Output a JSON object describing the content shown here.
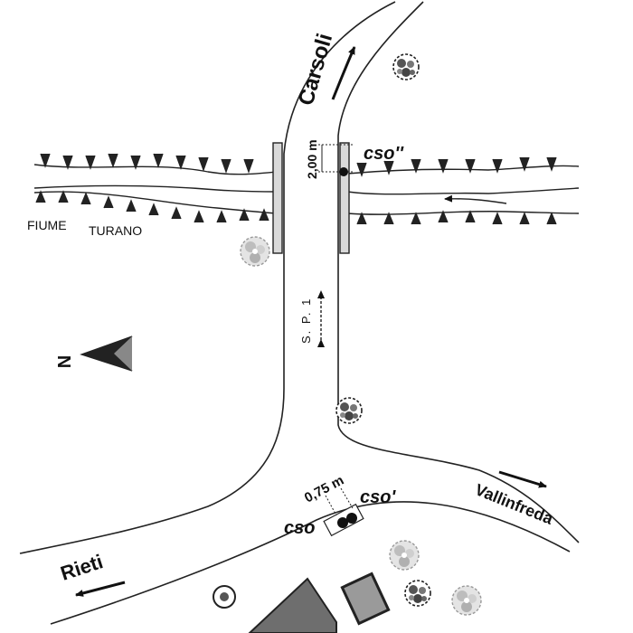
{
  "places": {
    "carsoli": "Carsoli",
    "rieti": "Rieti",
    "vallinfreda": "Vallinfreda"
  },
  "river": {
    "name_left": "FIUME",
    "name_right": "TURANO"
  },
  "road": {
    "label": "S. P. 1"
  },
  "points": {
    "cso": "cso",
    "cso_prime": "cso'",
    "cso_double_prime": "cso''"
  },
  "distances": {
    "bridge": "2,00 m",
    "junction": "0,75 m"
  },
  "north": {
    "letter": "N"
  },
  "icons": {
    "tree": "tree-icon",
    "north_arrow": "north-arrow-icon",
    "building": "building-icon"
  },
  "colors": {
    "ink": "#111111",
    "building_fill": "#6e6e6e",
    "tree_grey": "#9a9a9a",
    "bridge_fill": "#d9d9d9"
  }
}
